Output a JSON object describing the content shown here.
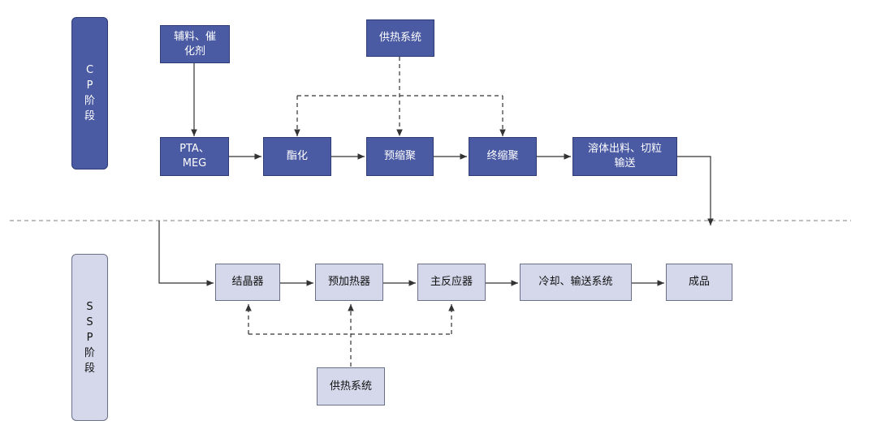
{
  "cp_phase": {
    "label": "C\nP\n阶\n段"
  },
  "ssp_phase": {
    "label": "S\nS\nP\n阶\n段"
  },
  "cp": {
    "aux": "辅料、催\n化剂",
    "heat": "供热系统",
    "pta": "PTA、\nMEG",
    "ester": "酯化",
    "pre": "预缩聚",
    "final": "终缩聚",
    "melt": "溶体出料、切粒\n输送"
  },
  "ssp": {
    "cryst": "结晶器",
    "preheat": "预加热器",
    "main": "主反应器",
    "cool": "冷却、输送系统",
    "product": "成品",
    "heat": "供热系统"
  },
  "colors": {
    "cp_fill": "#4a5aa3",
    "ssp_fill": "#d4d8ea",
    "line": "#333333",
    "divider": "#999999"
  }
}
